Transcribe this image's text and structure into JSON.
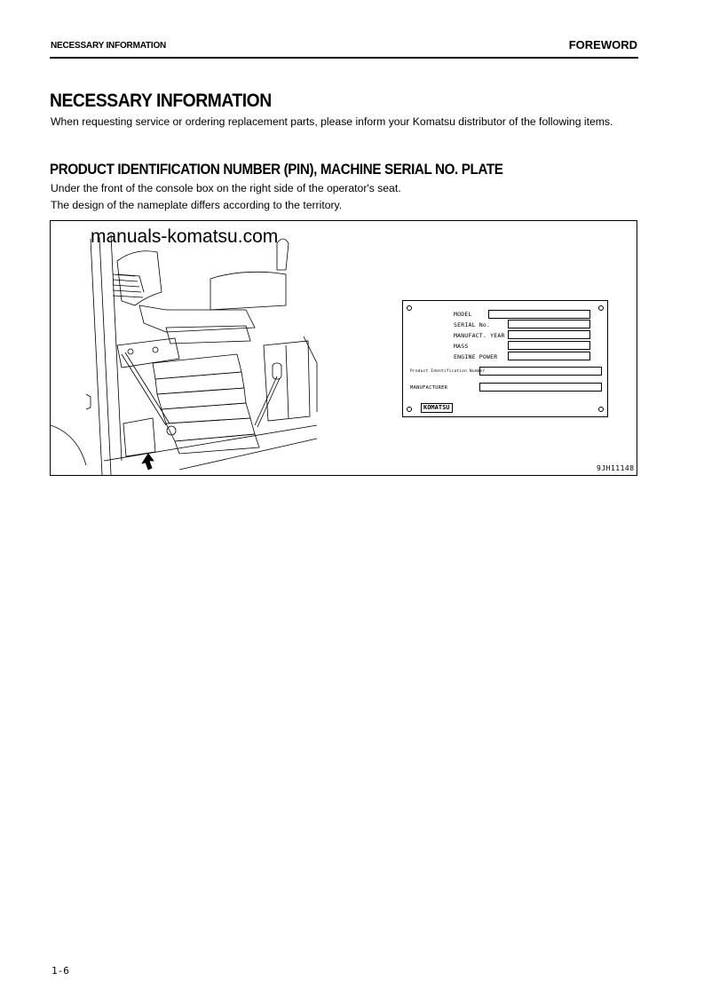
{
  "header": {
    "section": "NECESSARY INFORMATION",
    "chapter": "FOREWORD"
  },
  "title": "NECESSARY INFORMATION",
  "intro": "When requesting service or ordering replacement parts, please inform your Komatsu distributor of the following items.",
  "section": {
    "heading": "PRODUCT IDENTIFICATION NUMBER (PIN), MACHINE SERIAL NO. PLATE",
    "lines": [
      "Under the front of the console box on the right side of the operator's seat.",
      "The design of the nameplate differs according to the territory."
    ]
  },
  "figure": {
    "watermark": "manuals-komatsu.com",
    "code": "9JH11148",
    "plate": {
      "fields": [
        "MODEL",
        "SERIAL No.",
        "MANUFACT. YEAR",
        "MASS",
        "ENGINE POWER"
      ],
      "pin_label": "Product Identification Number",
      "manufacturer_label": "MANUFACTURER",
      "logo": "KOMATSU"
    }
  },
  "footer": {
    "page": "1-6"
  }
}
